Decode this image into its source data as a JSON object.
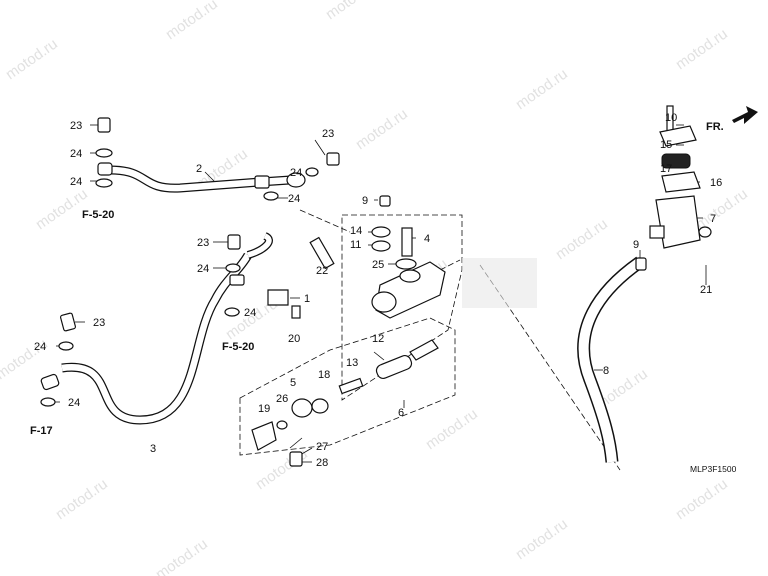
{
  "watermark": "motod.ru",
  "figure_code": "MLP3F1500",
  "direction_label": "FR.",
  "refs": {
    "r1": "F-5-20",
    "r2": "F-5-20",
    "r3": "F-17"
  },
  "callouts": {
    "n1": "1",
    "n2": "2",
    "n3": "3",
    "n4": "4",
    "n5": "5",
    "n6": "6",
    "n7": "7",
    "n8": "8",
    "n9a": "9",
    "n9b": "9",
    "n10": "10",
    "n11": "11",
    "n12": "12",
    "n13": "13",
    "n14": "14",
    "n15": "15",
    "n16": "16",
    "n17": "17",
    "n18": "18",
    "n19": "19",
    "n20": "20",
    "n21": "21",
    "n22": "22",
    "n23a": "23",
    "n23b": "23",
    "n23c": "23",
    "n23d": "23",
    "n24a": "24",
    "n24b": "24",
    "n24c": "24",
    "n24d": "24",
    "n24e": "24",
    "n24f": "24",
    "n24g": "24",
    "n24h": "24",
    "n25": "25",
    "n26": "26",
    "n27": "27",
    "n28": "28"
  }
}
